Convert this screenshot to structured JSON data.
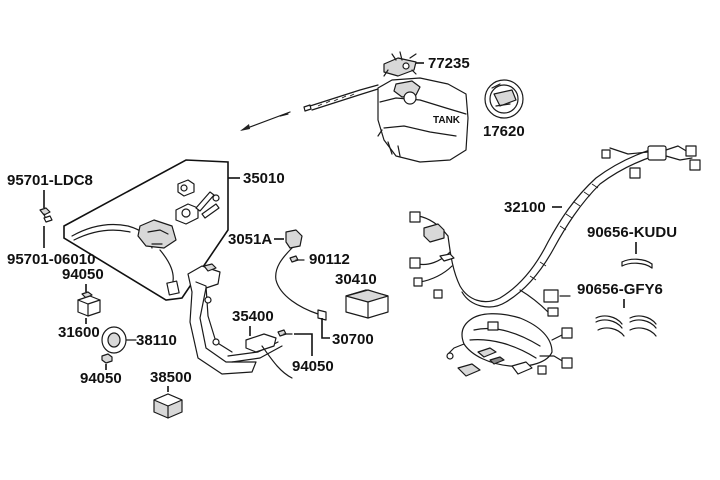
{
  "diagram": {
    "tank_label": "TANK",
    "parts": [
      {
        "id": "77235",
        "label": "77235"
      },
      {
        "id": "17620",
        "label": "17620"
      },
      {
        "id": "35010",
        "label": "35010"
      },
      {
        "id": "95701-LDC8",
        "label": "95701-LDC8"
      },
      {
        "id": "95701-06010",
        "label": "95701-06010"
      },
      {
        "id": "94050-a",
        "label": "94050"
      },
      {
        "id": "31600",
        "label": "31600"
      },
      {
        "id": "38110",
        "label": "38110"
      },
      {
        "id": "94050-b",
        "label": "94050"
      },
      {
        "id": "38500",
        "label": "38500"
      },
      {
        "id": "35400",
        "label": "35400"
      },
      {
        "id": "94050-c",
        "label": "94050"
      },
      {
        "id": "3051A",
        "label": "3051A"
      },
      {
        "id": "90112",
        "label": "90112"
      },
      {
        "id": "30410",
        "label": "30410"
      },
      {
        "id": "30700",
        "label": "30700"
      },
      {
        "id": "32100",
        "label": "32100"
      },
      {
        "id": "90656-KUDU",
        "label": "90656-KUDU"
      },
      {
        "id": "90656-GFY6",
        "label": "90656-GFY6"
      }
    ]
  }
}
